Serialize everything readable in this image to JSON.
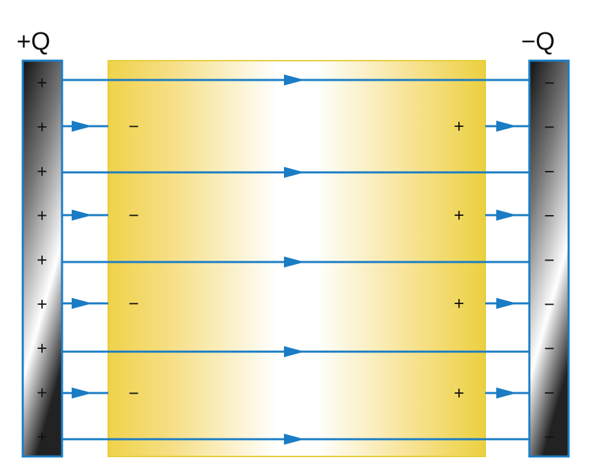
{
  "labels": {
    "positive_plate": "+Q",
    "negative_plate": "−Q"
  },
  "signs": {
    "plus": "+",
    "minus": "−"
  },
  "plate_charge_count": 9,
  "long_field_lines": 5,
  "short_field_lines": 4,
  "colors": {
    "field_line": "#1a7cc4",
    "dielectric_edge": "#f0d24a",
    "dielectric_center": "#ffffff",
    "plate_dark": "#1a1a1a",
    "plate_light": "#ffffff"
  }
}
